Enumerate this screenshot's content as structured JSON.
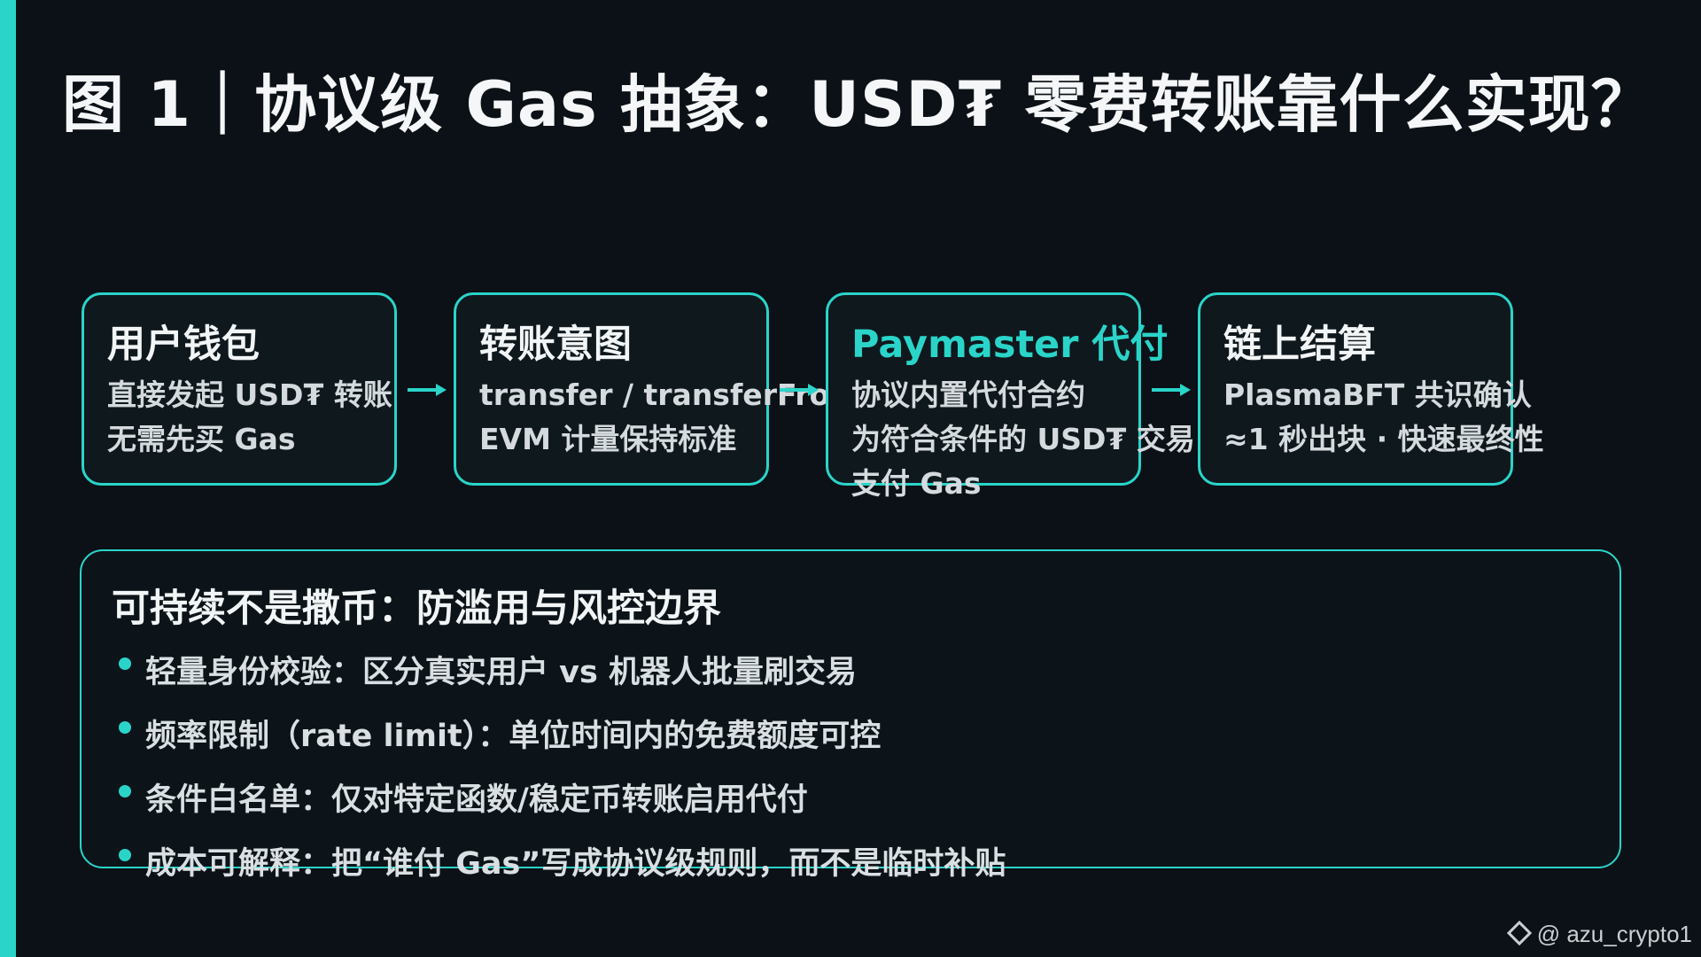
{
  "slide": {
    "title": "图 1｜协议级 Gas 抽象：USD₮ 零费转账靠什么实现？"
  },
  "flow": [
    {
      "title": "用户钱包",
      "lines": [
        "直接发起 USD₮ 转账",
        "无需先买 Gas"
      ]
    },
    {
      "title": "转账意图",
      "lines": [
        "transfer / transferFrom",
        "EVM 计量保持标准"
      ]
    },
    {
      "title": "Paymaster 代付",
      "lines": [
        "协议内置代付合约",
        "为符合条件的 USD₮ 交易",
        "支付 Gas"
      ]
    },
    {
      "title": "链上结算",
      "lines": [
        "PlasmaBFT 共识确认",
        "≈1 秒出块 · 快速最终性"
      ]
    }
  ],
  "panel": {
    "title": "可持续不是撒币：防滥用与风控边界",
    "bullets": [
      "轻量身份校验：区分真实用户 vs 机器人批量刷交易",
      "频率限制（rate limit）：单位时间内的免费额度可控",
      "条件白名单：仅对特定函数/稳定币转账启用代付",
      "成本可解释：把“谁付 Gas”写成协议级规则，而不是临时补贴"
    ]
  },
  "watermark": {
    "text": "@ azu_crypto1",
    "icon": "binance-icon"
  },
  "colors": {
    "background": "#0b1116",
    "accent": "#2ad4c9",
    "text": "#f2f5f6"
  }
}
